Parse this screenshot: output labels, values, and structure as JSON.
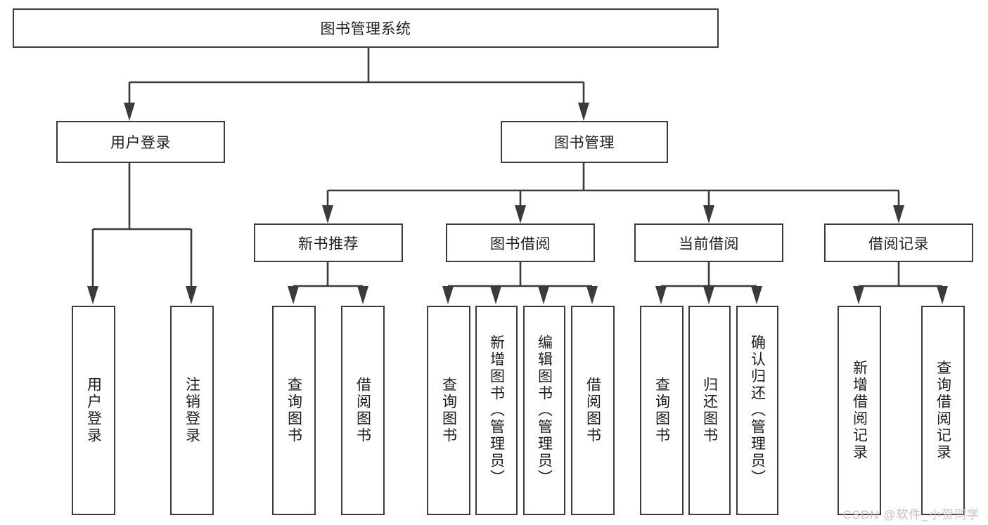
{
  "diagram": {
    "title": "图书管理系统",
    "type": "hierarchy-tree",
    "watermark": "CSDN @软件_小贺同学",
    "colors": {
      "stroke": "#3b3b3b",
      "fill": "#ffffff",
      "text": "#1d1d1d",
      "watermark": "#c3c3c3"
    },
    "root": {
      "label": "图书管理系统"
    },
    "level2": [
      {
        "label": "用户登录"
      },
      {
        "label": "图书管理"
      }
    ],
    "level3": [
      {
        "label": "新书推荐"
      },
      {
        "label": "图书借阅"
      },
      {
        "label": "当前借阅"
      },
      {
        "label": "借阅记录"
      }
    ],
    "leaves": [
      {
        "label": "用户登录",
        "parent": "用户登录"
      },
      {
        "label": "注销登录",
        "parent": "用户登录"
      },
      {
        "label": "查询图书",
        "parent": "新书推荐"
      },
      {
        "label": "借阅图书",
        "parent": "新书推荐"
      },
      {
        "label": "查询图书",
        "parent": "图书借阅"
      },
      {
        "label": "新增图书（管理员）",
        "parent": "图书借阅"
      },
      {
        "label": "编辑图书（管理员）",
        "parent": "图书借阅"
      },
      {
        "label": "借阅图书",
        "parent": "图书借阅"
      },
      {
        "label": "查询图书",
        "parent": "当前借阅"
      },
      {
        "label": "归还图书",
        "parent": "当前借阅"
      },
      {
        "label": "确认归还（管理员）",
        "parent": "当前借阅"
      },
      {
        "label": "新增借阅记录",
        "parent": "借阅记录"
      },
      {
        "label": "查询借阅记录",
        "parent": "借阅记录"
      }
    ]
  }
}
